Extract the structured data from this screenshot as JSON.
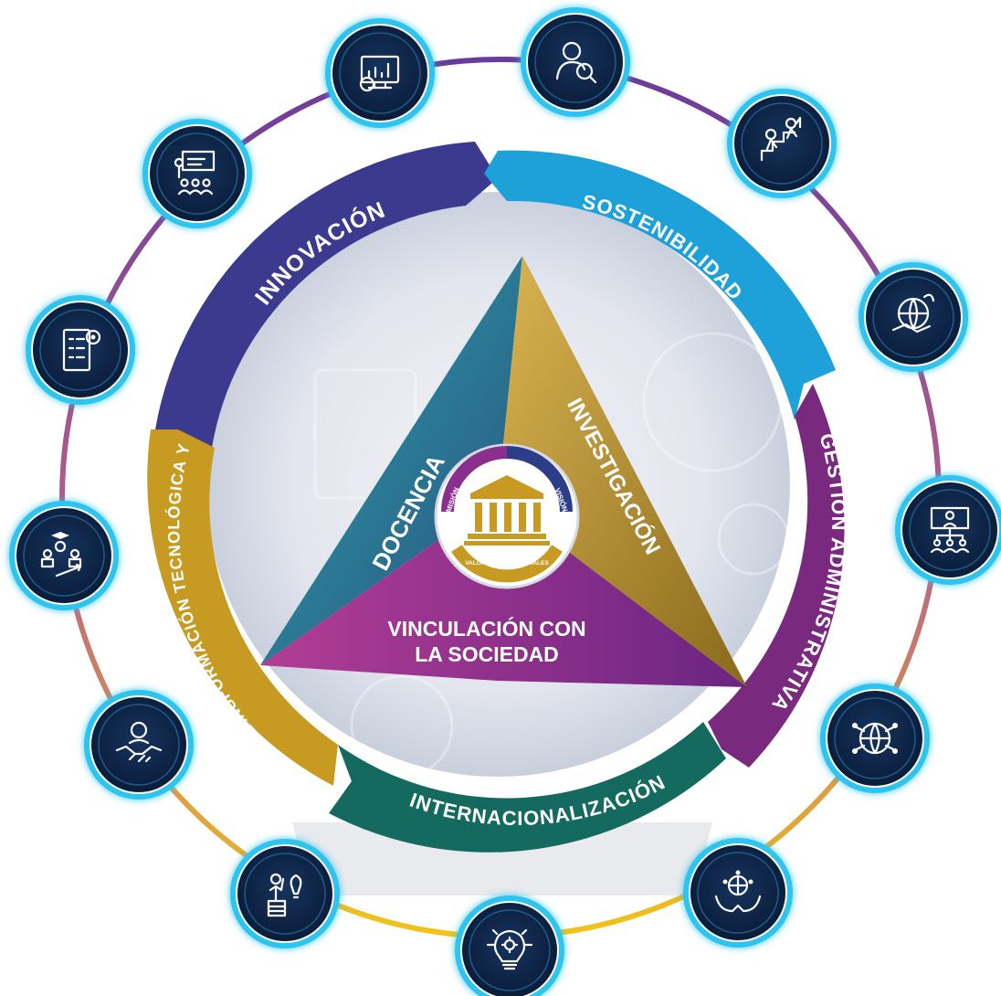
{
  "segments": {
    "innovacion": "INNOVACIÓN",
    "sostenibilidad": "SOSTENIBILIDAD",
    "gestion": "GESTIÓN ADMINISTRATIVA",
    "internacionalizacion": "INTERNACIONALIZACIÓN",
    "transformacion": "TRANSFORMACIÓN TECNOLÓGICA Y DIGITAL"
  },
  "triangle": {
    "docencia": "DOCENCIA",
    "investigacion": "INVESTIGACIÓN",
    "vinculacion_line1": "VINCULACIÓN CON",
    "vinculacion_line2": "LA SOCIEDAD"
  },
  "emblem": {
    "mision": "MISIÓN",
    "vision": "VISIÓN",
    "valores": "VALORES INSTITUCIONALES"
  },
  "icons": [
    "analytics-monitor-icon",
    "person-search-icon",
    "teamwork-climb-icon",
    "global-handshake-icon",
    "org-chart-presentation-icon",
    "global-network-icon",
    "hands-network-icon",
    "innovation-bulb-gear-icon",
    "idea-person-bulb-icon",
    "handshake-person-icon",
    "group-learning-icon",
    "document-settings-icon",
    "classroom-presentation-icon"
  ],
  "colors": {
    "innovacion": "#3b3a8f",
    "sostenibilidad": "#1ea0d8",
    "gestion": "#7a2a7e",
    "internacionalizacion": "#156a60",
    "transformacion": "#c79a22",
    "docencia": "#2a8fa3",
    "investigacion": "#b28a2a",
    "vinculacion": "#8a2f8c",
    "icon_bg": "#0f2447",
    "icon_glow": "#2ec4f0"
  }
}
